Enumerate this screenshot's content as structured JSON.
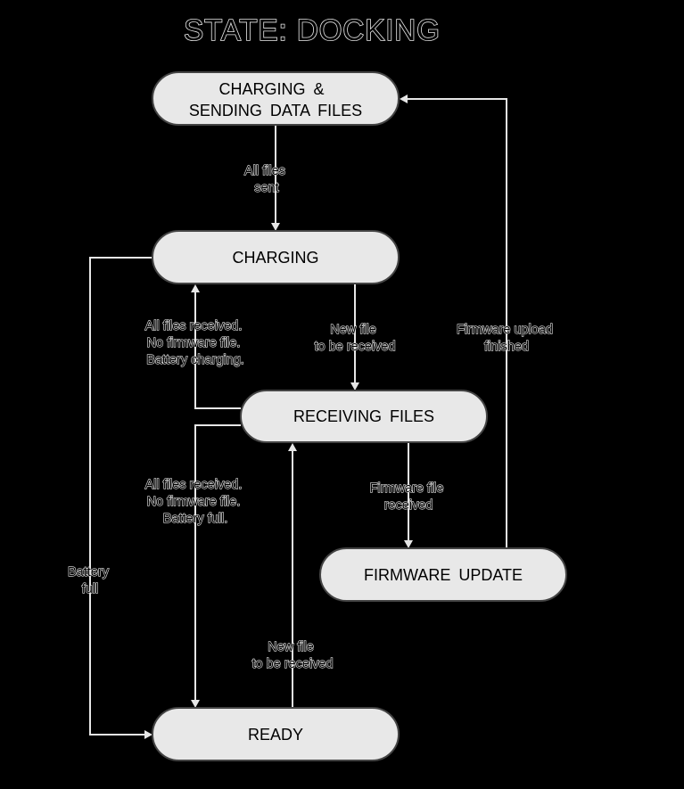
{
  "title": "STATE:  DOCKING",
  "states": {
    "charging_sending": {
      "lines": [
        "CHARGING &",
        "SENDING  DATA  FILES"
      ]
    },
    "charging": {
      "lines": [
        "CHARGING"
      ]
    },
    "receiving": {
      "lines": [
        "RECEIVING  FILES"
      ]
    },
    "firmware_update": {
      "lines": [
        "FIRMWARE  UPDATE"
      ]
    },
    "ready": {
      "lines": [
        "READY"
      ]
    }
  },
  "transitions": {
    "all_files_sent": [
      "All files",
      "sent"
    ],
    "new_file_from_charging": [
      "New file",
      "to be received"
    ],
    "firmware_upload_finished": [
      "Firmware upload",
      "finished"
    ],
    "received_charging": [
      "All files received.",
      "No firmware file.",
      "Battery charging."
    ],
    "firmware_file_received": [
      "Firmware file",
      "received"
    ],
    "received_full": [
      "All files received.",
      "No firmware file.",
      "Battery full."
    ],
    "battery_full": [
      "Battery",
      "full"
    ],
    "new_file_from_ready": [
      "New file",
      "to be received"
    ]
  }
}
